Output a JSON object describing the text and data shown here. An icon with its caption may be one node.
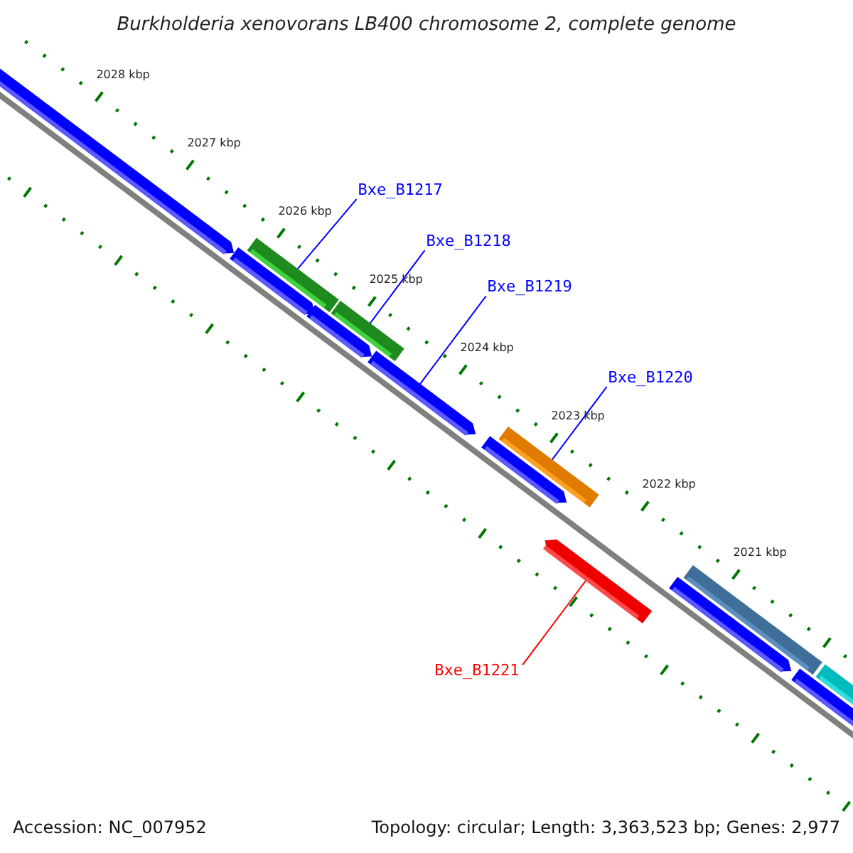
{
  "diagram": {
    "title": "Burkholderia xenovorans LB400 chromosome 2, complete genome",
    "nodes": [
      {
        "text": [
          "Bxe_B1217"
        ]
      },
      {
        "text": [],
        "shape": "bar"
      },
      {
        "text": [
          "Bxe_B1218"
        ]
      },
      {
        "text": [],
        "shape": "bar"
      },
      {
        "text": [
          "Bxe_B1219"
        ]
      },
      {
        "text": [],
        "shape": "bar"
      },
      {
        "text": [
          "Bxe_B1220"
        ]
      },
      {
        "text": [],
        "shape": "bar"
      },
      {
        "text": [
          "Bxe_B1221"
        ]
      },
      {
        "text": [],
        "shape": "bar"
      },
      {
        "text": [],
        "shape": "bar"
      },
      {
        "text": [],
        "shape": "bar"
      },
      {
        "text": [],
        "shape": "bar"
      },
      {
        "text": [],
        "shape": "bar"
      },
      {
        "text": [],
        "shape": "bar"
      },
      {
        "text": [],
        "shape": "bar"
      },
      {
        "text": [],
        "shape": "bar"
      },
      {
        "text": [],
        "shape": "bar"
      }
    ],
    "edges": [
      {
        "from": 0,
        "to": 1,
        "arrow": "none"
      },
      {
        "from": 2,
        "to": 3,
        "arrow": "none"
      },
      {
        "from": 4,
        "to": 5,
        "arrow": "none"
      },
      {
        "from": 6,
        "to": 7,
        "arrow": "none"
      },
      {
        "from": 8,
        "to": 9,
        "arrow": "none",
        "color": "#ff0000"
      }
    ],
    "labels": [
      "2028 kbp",
      "2027 kbp",
      "2026 kbp",
      "2025 kbp",
      "2024 kbp",
      "2023 kbp",
      "2022 kbp",
      "2021 kbp",
      "Accession: NC_007952",
      "Topology: circular; Length: 3,363,523 bp; Genes: 2,977"
    ]
  }
}
